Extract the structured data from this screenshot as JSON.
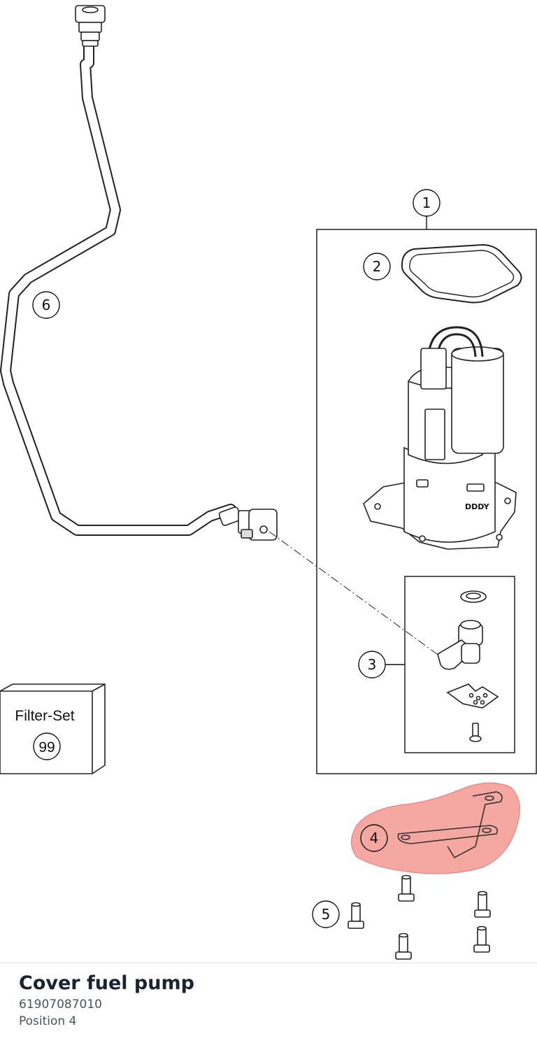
{
  "diagram": {
    "callouts": [
      "1",
      "2",
      "3",
      "4",
      "5",
      "6"
    ],
    "filter_box": {
      "label": "Filter-Set",
      "number": "99"
    },
    "pump_marking": "DDDY",
    "highlight_color": "#f28b82"
  },
  "part": {
    "title": "Cover fuel pump",
    "number": "61907087010",
    "position": "Position 4"
  }
}
